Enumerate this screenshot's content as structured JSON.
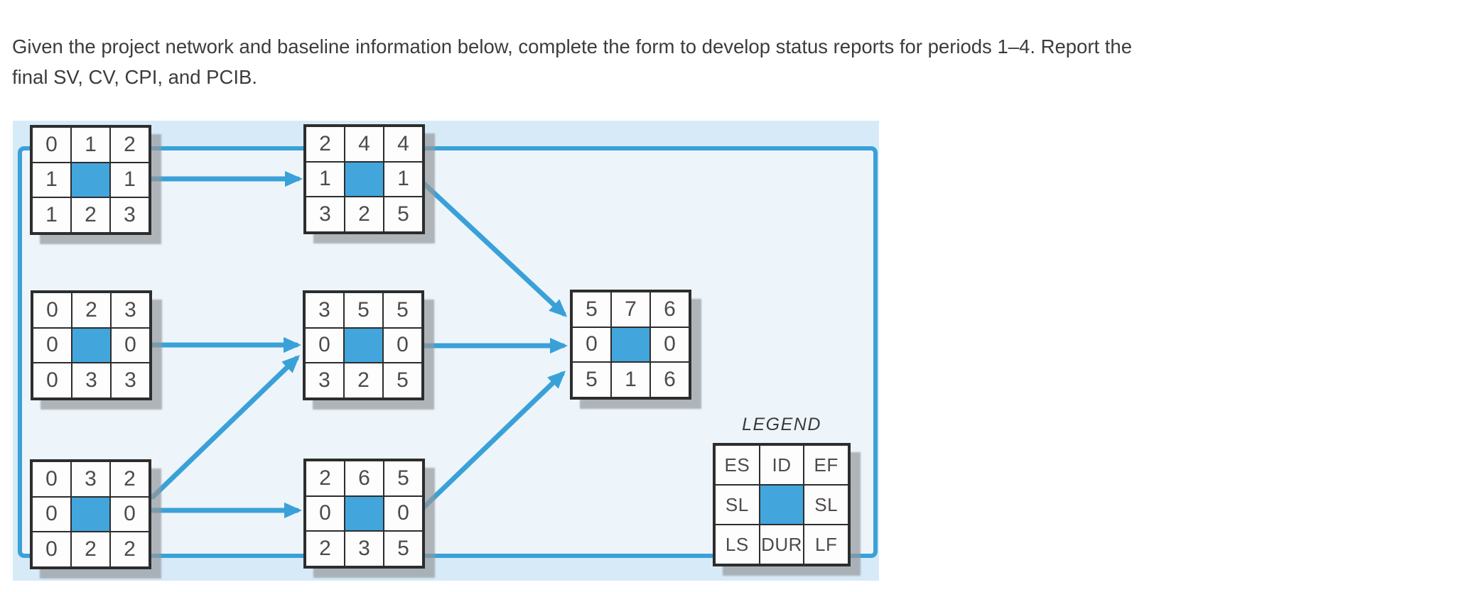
{
  "instructions": {
    "line1": "Given the project network and baseline information below, complete the form to develop status reports for periods 1–4. Report the",
    "line2": "final SV, CV, CPI, and PCIB."
  },
  "network": {
    "description": "Activity-on-node project network; each box is a 3x3 grid per legend (ES ID EF / SL - SL / LS DUR LF)",
    "nodes": [
      {
        "id": "1",
        "cells": [
          "0",
          "1",
          "2",
          "1",
          "",
          "1",
          "1",
          "2",
          "3"
        ]
      },
      {
        "id": "2",
        "cells": [
          "0",
          "2",
          "3",
          "0",
          "",
          "0",
          "0",
          "3",
          "3"
        ]
      },
      {
        "id": "3",
        "cells": [
          "0",
          "3",
          "2",
          "0",
          "",
          "0",
          "0",
          "2",
          "2"
        ]
      },
      {
        "id": "4",
        "cells": [
          "2",
          "4",
          "4",
          "1",
          "",
          "1",
          "3",
          "2",
          "5"
        ]
      },
      {
        "id": "5",
        "cells": [
          "3",
          "5",
          "5",
          "0",
          "",
          "0",
          "3",
          "2",
          "5"
        ]
      },
      {
        "id": "6",
        "cells": [
          "2",
          "6",
          "5",
          "0",
          "",
          "0",
          "2",
          "3",
          "5"
        ]
      },
      {
        "id": "7",
        "cells": [
          "5",
          "7",
          "6",
          "0",
          "",
          "0",
          "5",
          "1",
          "6"
        ]
      }
    ],
    "edges": [
      {
        "from": "1",
        "to": "4"
      },
      {
        "from": "2",
        "to": "5"
      },
      {
        "from": "3",
        "to": "5"
      },
      {
        "from": "3",
        "to": "6"
      },
      {
        "from": "4",
        "to": "7"
      },
      {
        "from": "5",
        "to": "7"
      },
      {
        "from": "6",
        "to": "7"
      }
    ]
  },
  "legend": {
    "title": "LEGEND",
    "cells": [
      "ES",
      "ID",
      "EF",
      "SL",
      "",
      "SL",
      "LS",
      "DUR",
      "LF"
    ]
  },
  "colors": {
    "accent_blue": "#3aa1d8",
    "node_fill_blue": "#42a6dd",
    "panel_background": "#d7eaf8",
    "frame_background": "#edf5fb",
    "node_border": "#2d2d2d",
    "text": "#4e4a48",
    "shadow": "#94989d"
  }
}
